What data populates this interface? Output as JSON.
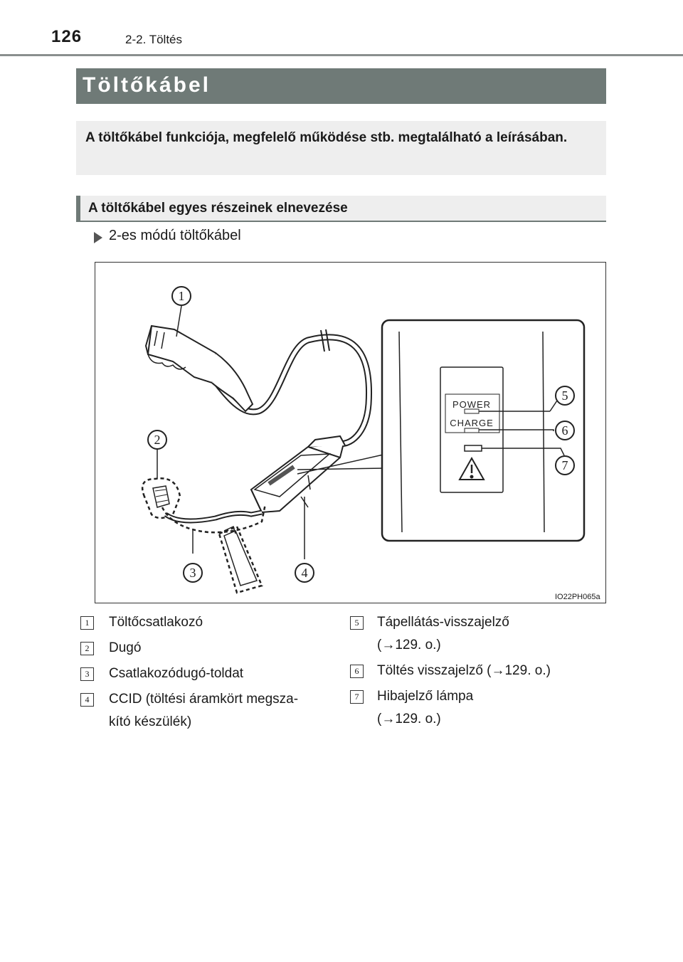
{
  "header": {
    "page_number": "126",
    "section": "2-2. Töltés"
  },
  "title": "Töltőkábel",
  "intro": "A töltőkábel funkciója, megfelelő működése stb. megtalálható a leírásában.",
  "subheading": "A töltőkábel egyes részeinek elnevezése",
  "mode_label": "2-es módú töltőkábel",
  "figure": {
    "code": "IO22PH065a",
    "panel_power": "POWER",
    "panel_charge": "CHARGE",
    "callouts": [
      "1",
      "2",
      "3",
      "4",
      "5",
      "6",
      "7"
    ]
  },
  "items": [
    {
      "num": "1",
      "line1": "Töltőcsatlakozó",
      "line2": ""
    },
    {
      "num": "2",
      "line1": "Dugó",
      "line2": ""
    },
    {
      "num": "3",
      "line1": "Csatlakozódugó-toldat",
      "line2": ""
    },
    {
      "num": "4",
      "line1": "CCID (töltési áramkört megsza-",
      "line2": "kító készülék)"
    },
    {
      "num": "5",
      "line1": "Tápellátás-visszajelző",
      "line2": "(→129. o.)"
    },
    {
      "num": "6",
      "line1": "Töltés visszajelző (→129. o.)",
      "line2": ""
    },
    {
      "num": "7",
      "line1": "Hibajelző lámpa",
      "line2": "(→129. o.)"
    }
  ]
}
